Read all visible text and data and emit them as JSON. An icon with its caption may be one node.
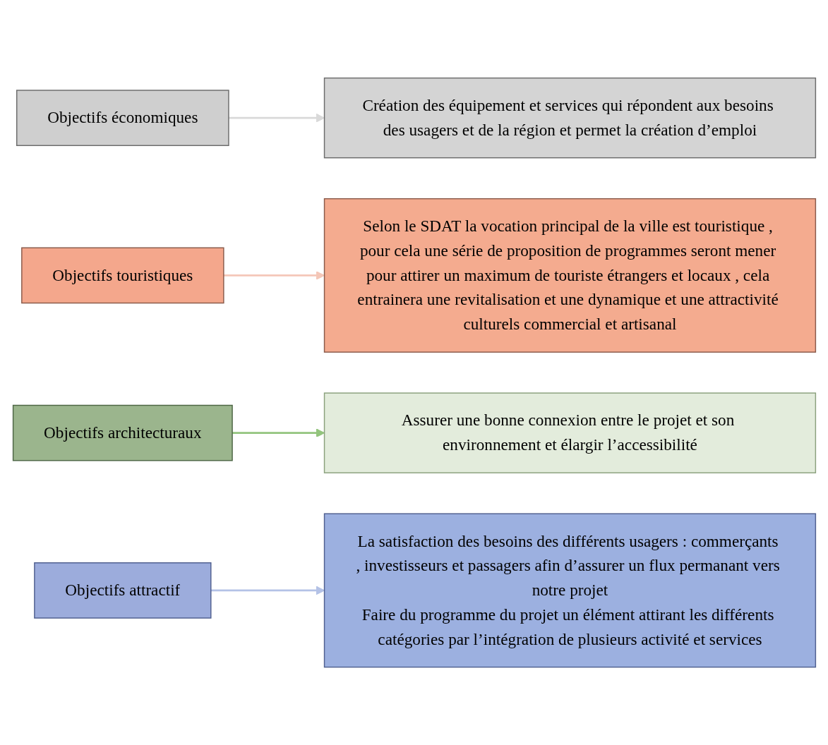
{
  "diagram": {
    "nodes": [
      {
        "text": [
          "Objectifs économiques"
        ]
      },
      {
        "text": [
          "Création des équipement et services qui répondent aux besoins des usagers et de la région et permet la création d’emploi"
        ]
      },
      {
        "text": [
          "Objectifs touristiques"
        ]
      },
      {
        "text": [
          "Selon le SDAT la vocation principal de la ville est touristique , pour cela une série de proposition de programmes seront mener pour attirer un maximum de touriste étrangers et locaux , cela entrainera une revitalisation et une dynamique et une attractivité culturels commercial et artisanal"
        ]
      },
      {
        "text": [
          "Objectifs architecturaux"
        ]
      },
      {
        "text": [
          "Assurer une bonne connexion entre le projet et son environnement et élargir l’accessibilité"
        ]
      },
      {
        "text": [
          "Objectifs attractif"
        ]
      },
      {
        "text": [
          "La satisfaction des besoins des différents usagers : commerçants , investisseurs et passagers afin d’assurer un flux permanant vers notre projet",
          "Faire du programme du projet un élément attirant les différents catégories par l’intégration de plusieurs activité et services"
        ]
      }
    ],
    "edges": [
      {
        "from": 0,
        "to": 1,
        "arrow": "to",
        "color": "#d9d9d9"
      },
      {
        "from": 2,
        "to": 3,
        "arrow": "to",
        "color": "#f4c7b8"
      },
      {
        "from": 4,
        "to": 5,
        "arrow": "to",
        "color": "#93c47d"
      },
      {
        "from": 6,
        "to": 7,
        "arrow": "to",
        "color": "#b4c2e6"
      }
    ]
  }
}
